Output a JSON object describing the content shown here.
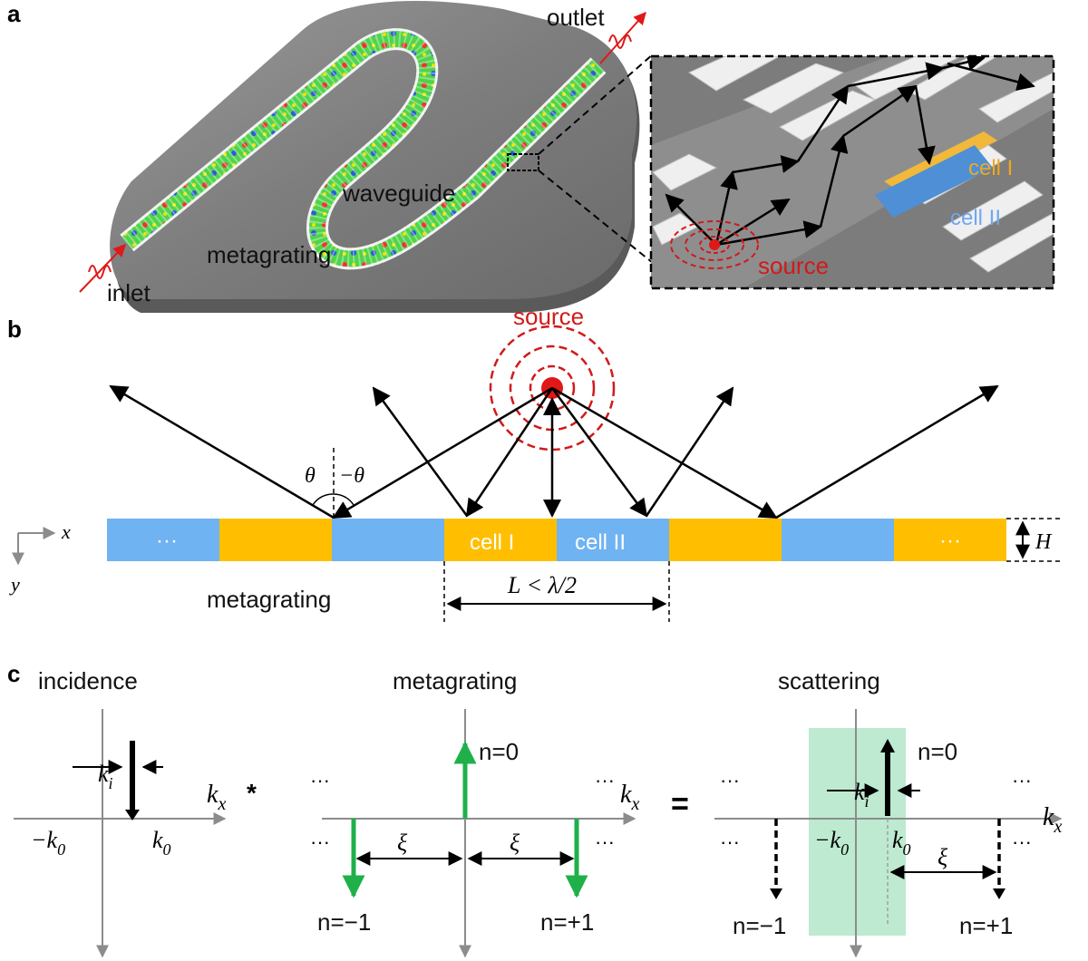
{
  "panels": {
    "a": {
      "letter": "a",
      "labels": {
        "outlet": "outlet",
        "inlet": "inlet",
        "waveguide": "waveguide",
        "metagrating": "metagrating"
      },
      "inset": {
        "cell1": "cell I",
        "cell2": "cell II",
        "source": "source"
      }
    },
    "b": {
      "letter": "b",
      "source": "source",
      "theta": "θ",
      "neg_theta": "−θ",
      "axis_x": "x",
      "axis_y": "y",
      "ellipsis_left": "···",
      "ellipsis_right": "···",
      "cell1": "cell  I",
      "cell2": "cell  II",
      "H": "H",
      "length": "L < λ/2",
      "metagrating": "metagrating"
    },
    "c": {
      "letter": "c",
      "incidence": {
        "title": "incidence",
        "ki": "k",
        "ki_sub": "i",
        "neg_k0": "−k",
        "neg_k0_sub": "0",
        "k0": "k",
        "k0_sub": "0",
        "kx": "k",
        "kx_sub": "x",
        "op": "*"
      },
      "metagrating": {
        "title": "metagrating",
        "n0": "n=0",
        "nm1": "n=−1",
        "np1": "n=+1",
        "xi_left": "ξ",
        "xi_right": "ξ",
        "dots": "···",
        "kx": "k",
        "kx_sub": "x",
        "op": "="
      },
      "scattering": {
        "title": "scattering",
        "n0": "n=0",
        "nm1": "n=−1",
        "np1": "n=+1",
        "ki": "k",
        "ki_sub": "i",
        "neg_k0": "−k",
        "neg_k0_sub": "0",
        "k0": "k",
        "k0_sub": "0",
        "xi": "ξ",
        "dots": "···",
        "kx": "k",
        "kx_sub": "x"
      }
    }
  },
  "colors": {
    "cell1_orange": "#ffbf00",
    "cell2_blue": "#6fb3f2",
    "source_red": "#e01818",
    "green_arrow": "#1fb04a",
    "plate_gray": "#7a7a7a",
    "shade_green": "#b2e6c8"
  }
}
